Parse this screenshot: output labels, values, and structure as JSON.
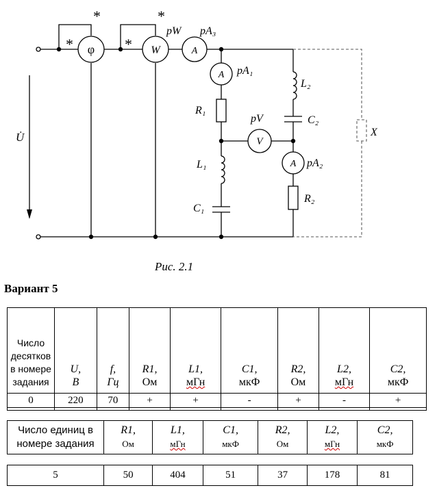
{
  "figure": {
    "labels": {
      "star": "*",
      "phi": "φ",
      "W": "W",
      "A": "A",
      "V": "V",
      "pW": "pW",
      "pA3": "pA₃",
      "pA1": "pA₁",
      "pA2": "pA₂",
      "pV": "pV",
      "R1": "R₁",
      "R2": "R₂",
      "L1": "L₁",
      "L2": "L₂",
      "C1": "C₁",
      "C2": "C₂",
      "X": "X",
      "U": "U̇"
    },
    "caption": "Рис. 2.1"
  },
  "variant_title": "Вариант 5",
  "table1": {
    "headers": [
      [
        "Число",
        "десятков",
        "в номере",
        "задания"
      ],
      [
        "U,",
        "В"
      ],
      [
        "f,",
        "Гц"
      ],
      [
        "R1,",
        "Ом"
      ],
      [
        "L1,",
        "мГн"
      ],
      [
        "C1,",
        "мкФ"
      ],
      [
        "R2,",
        "Ом"
      ],
      [
        "L2,",
        "мГн"
      ],
      [
        "C2,",
        "мкФ"
      ]
    ],
    "values": [
      "0",
      "220",
      "70",
      "+",
      "+",
      "-",
      "+",
      "-",
      "+"
    ]
  },
  "table2": {
    "headers": [
      [
        "Число единиц в",
        "номере задания"
      ],
      [
        "R1,",
        "Ом"
      ],
      [
        "L1,",
        "мГн"
      ],
      [
        "C1,",
        "мкФ"
      ],
      [
        "R2,",
        "Ом"
      ],
      [
        "L2,",
        "мГн"
      ],
      [
        "C2,",
        "мкФ"
      ]
    ],
    "values": [
      "5",
      "50",
      "404",
      "51",
      "37",
      "178",
      "81"
    ]
  }
}
